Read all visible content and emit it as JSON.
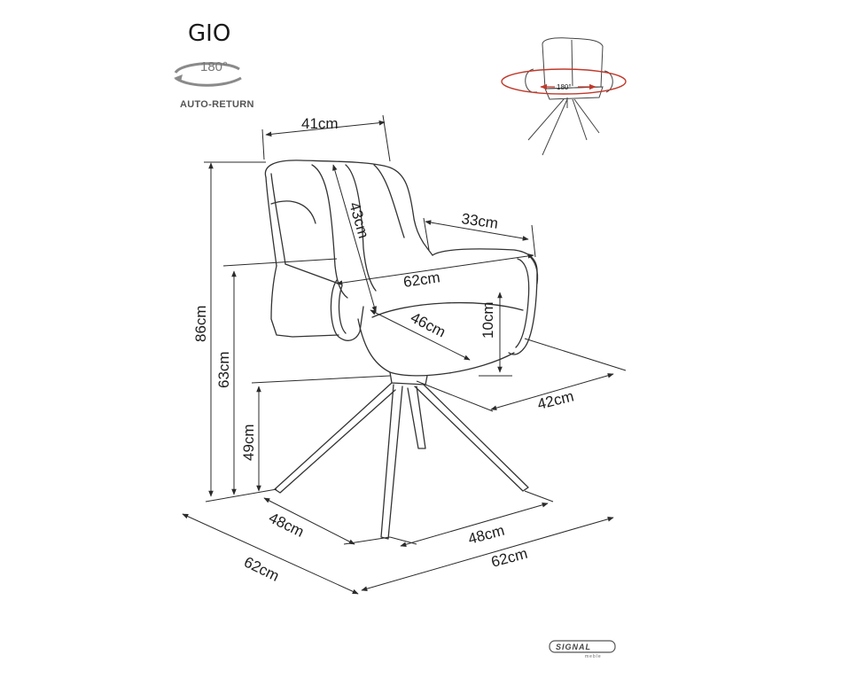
{
  "product": {
    "name": "GIO",
    "rotation_degrees": "180°",
    "rotation_feature": "AUTO-RETURN",
    "inset_rotation_label": "180°"
  },
  "dimensions": {
    "backrest_width": "41cm",
    "backrest_height": "43cm",
    "armrest_depth": "33cm",
    "seat_width_inner": "62cm",
    "seat_depth": "46cm",
    "seat_cushion_height": "10cm",
    "seat_width": "42cm",
    "total_height": "86cm",
    "armrest_height": "63cm",
    "seat_height": "49cm",
    "base_depth": "48cm",
    "base_width": "48cm",
    "total_depth": "62cm",
    "total_width": "62cm"
  },
  "brand": {
    "name": "SIGNAL",
    "sub": "meble"
  },
  "colors": {
    "line": "#2b2b2b",
    "rotation_arrow": "#c0392b"
  }
}
